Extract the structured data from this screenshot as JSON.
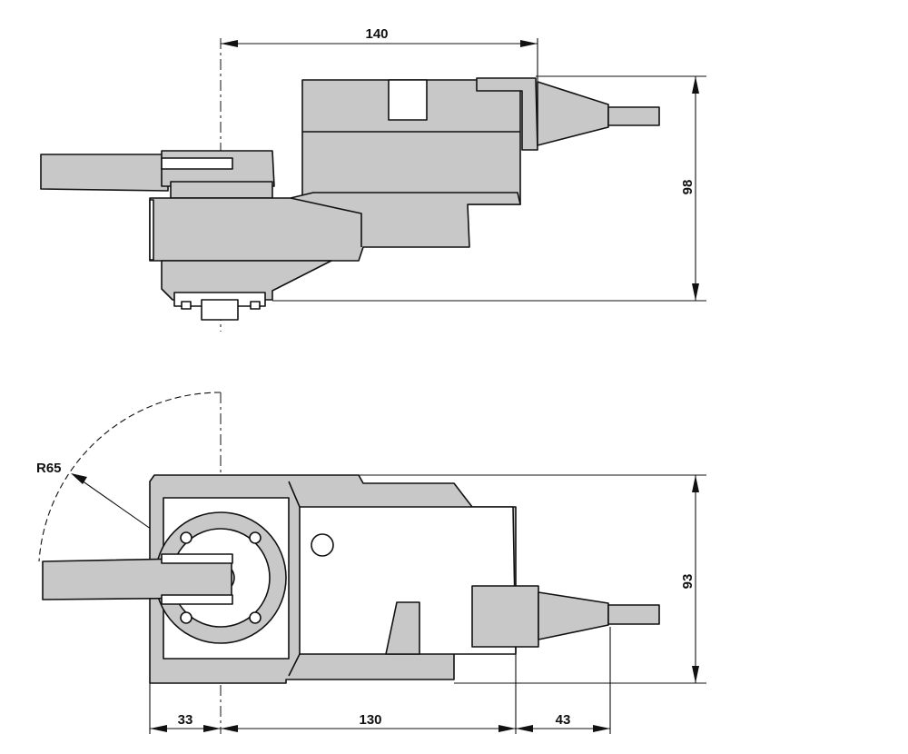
{
  "drawing": {
    "dimensions": {
      "top_width": "140",
      "top_height": "98",
      "bottom_height": "93",
      "radius": "R65",
      "left_offset": "33",
      "body_length": "130",
      "cable_length": "43"
    },
    "colors": {
      "body_fill": "#c8c8c8",
      "line": "#111111",
      "background": "#ffffff"
    }
  }
}
